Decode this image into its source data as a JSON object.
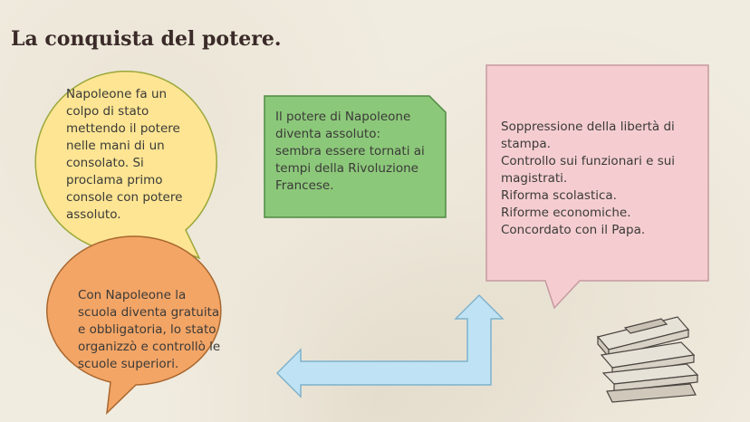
{
  "slide": {
    "title": "La conquista del potere.",
    "bubble_yellow_text": "Napoleone fa un\ncolpo di stato\nmettendo il potere\nnelle mani di un\nconsolato. Si\nproclama primo\nconsole con potere\nassoluto.",
    "bubble_green_text": "Il potere di Napoleone\ndiventa assoluto:\nsembra essere tornati ai\ntempi della Rivoluzione\nFrancese.",
    "bubble_pink_text": "Soppressione della libertà di\nstampa.\nControllo sui funzionari e sui\nmagistrati.\nRiforma scolastica.\nRiforme economiche.\nConcordato con il Papa.",
    "bubble_orange_text": "Con Napoleone la\nscuola diventa gratuita\ne obbligatoria, lo stato\norganizzò e controllò le\nscuole superiori.",
    "illustration": "books-stack-icon"
  },
  "colors": {
    "yellow": "#fde593",
    "green": "#8cc87a",
    "pink": "#f5cdd0",
    "orange": "#f3a566",
    "arrow": "#bfe3f4"
  }
}
